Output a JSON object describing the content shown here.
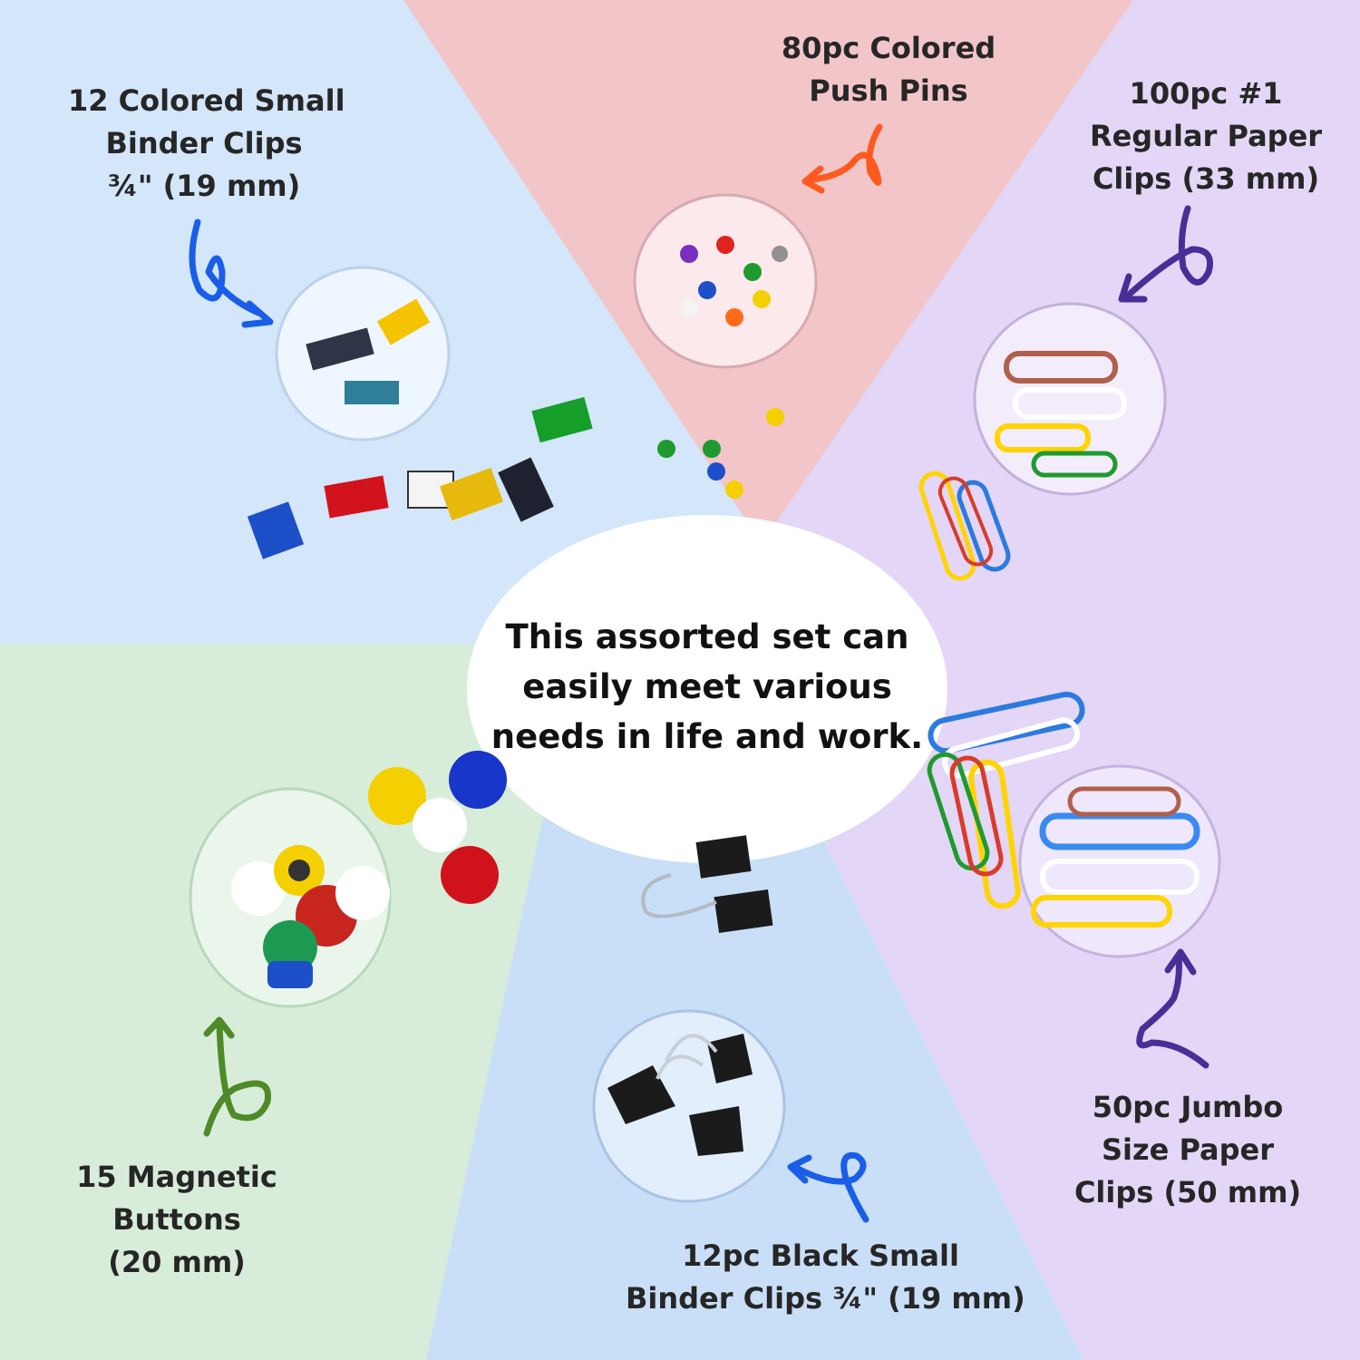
{
  "labels": {
    "binder_colored": [
      "12 Colored Small",
      "Binder Clips",
      "¾\" (19 mm)"
    ],
    "push_pins": [
      "80pc Colored",
      "Push Pins"
    ],
    "regular_clips": [
      "100pc #1",
      "Regular Paper",
      "Clips (33 mm)"
    ],
    "magnetic": [
      "15 Magnetic",
      "Buttons",
      "(20 mm)"
    ],
    "jumbo_clips": [
      "50pc Jumbo",
      "Size Paper",
      "Clips (50 mm)"
    ],
    "binder_black": [
      "12pc Black Small",
      "Binder Clips ¾\" (19 mm)"
    ]
  },
  "center": [
    "This assorted set can",
    "easily meet various",
    "needs in life and work."
  ],
  "colors": {
    "blue_region": "#d3e6fa",
    "pink_region": "#f2c5c9",
    "lavender_region": "#e3d6f6",
    "green_region": "#d6ebd8",
    "arrow_blue": "#1a5ee8",
    "arrow_orange": "#ff5a1f",
    "arrow_purple": "#4a2e97",
    "arrow_green": "#4f8a28"
  }
}
